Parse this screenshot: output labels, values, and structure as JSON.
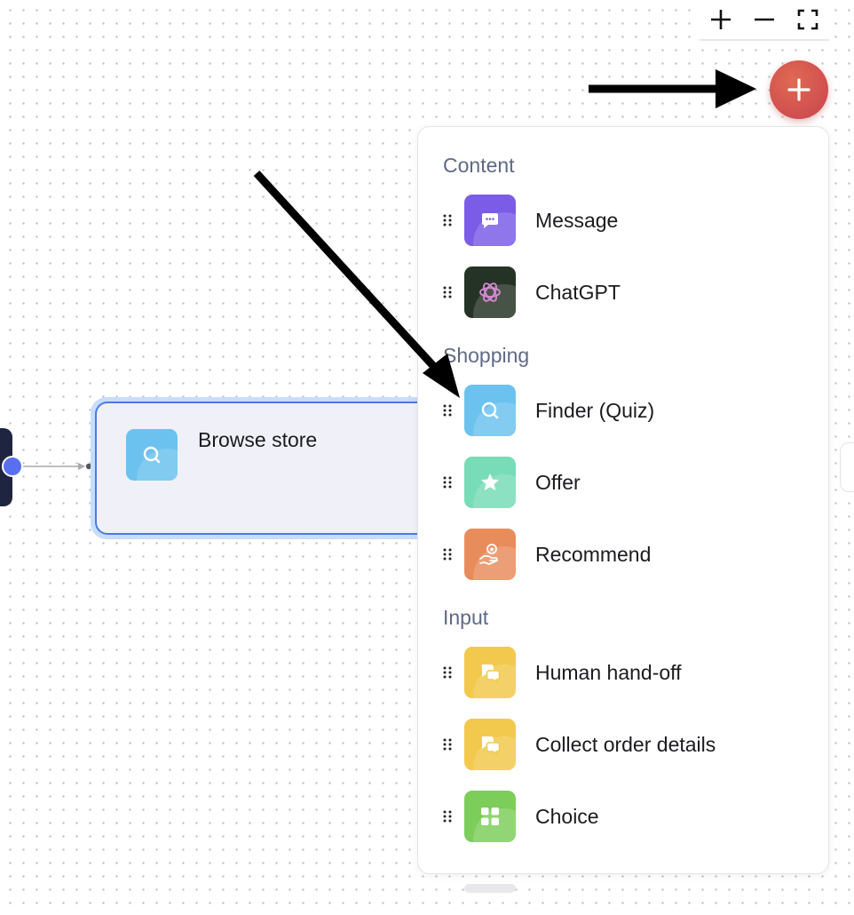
{
  "canvas": {
    "zoom_controls": [
      {
        "name": "zoom-in",
        "icon": "plus-icon"
      },
      {
        "name": "zoom-out",
        "icon": "minus-icon"
      },
      {
        "name": "fullscreen",
        "icon": "fullscreen-icon"
      }
    ],
    "add_button_icon": "plus-icon",
    "accent_color": "#d34f4f",
    "node": {
      "label": "Browse store",
      "icon": "search-icon",
      "icon_color": "#6cc2ee",
      "border_color": "#4a7be0"
    }
  },
  "palette": {
    "sections": [
      {
        "title": "Content",
        "items": [
          {
            "label": "Message",
            "icon": "chat-bubble-icon",
            "color": "#7a5ce6"
          },
          {
            "label": "ChatGPT",
            "icon": "openai-icon",
            "color": "#253326"
          }
        ]
      },
      {
        "title": "Shopping",
        "items": [
          {
            "label": "Finder (Quiz)",
            "icon": "search-icon",
            "color": "#6cc2ee"
          },
          {
            "label": "Offer",
            "icon": "star-icon",
            "color": "#78dcb8"
          },
          {
            "label": "Recommend",
            "icon": "hand-star-icon",
            "color": "#e98c5c"
          }
        ]
      },
      {
        "title": "Input",
        "items": [
          {
            "label": "Human hand-off",
            "icon": "chat-bubbles-icon",
            "color": "#f2c94c"
          },
          {
            "label": "Collect order details",
            "icon": "chat-bubbles-icon",
            "color": "#f2c94c"
          },
          {
            "label": "Choice",
            "icon": "grid-icon",
            "color": "#7ccd5a"
          }
        ]
      }
    ]
  }
}
